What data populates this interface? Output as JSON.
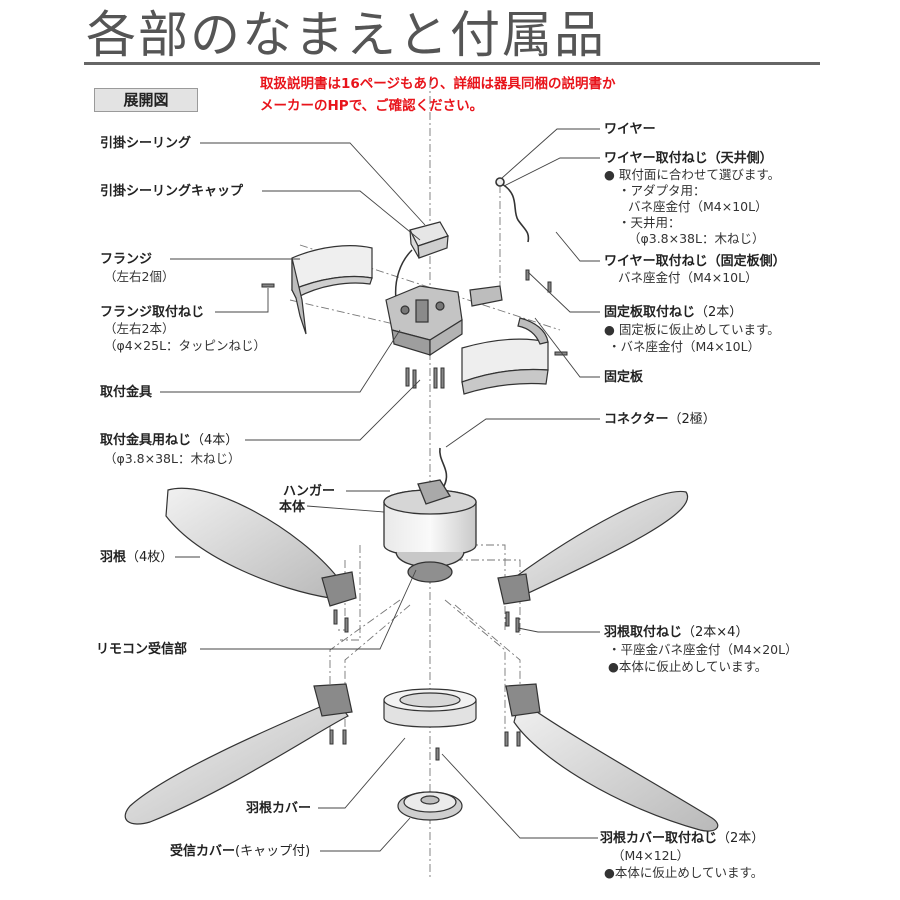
{
  "title": "各部のなまえと付属品",
  "tab_label": "展開図",
  "notice": [
    "取扱説明書は16ページもあり、詳細は器具同梱の説明書か",
    "メーカーのHPで、ご確認ください。"
  ],
  "labels": {
    "hikikake_ceiling": "引掛シーリング",
    "hikikake_cap": "引掛シーリングキャップ",
    "flange": "フランジ",
    "flange_sub": "（左右2個）",
    "flange_screw": "フランジ取付ねじ",
    "flange_screw_sub1": "（左右2本）",
    "flange_screw_sub2": "（φ4×25L：タッピンねじ）",
    "mount": "取付金具",
    "mount_screw": "取付金具用ねじ",
    "mount_screw_count": "（4本）",
    "mount_screw_sub": "（φ3.8×38L：木ねじ）",
    "hanger": "ハンガー",
    "body": "本体",
    "blade": "羽根",
    "blade_count": "（4枚）",
    "remote_receiver": "リモコン受信部",
    "blade_cover": "羽根カバー",
    "receiver_cover": "受信カバー",
    "receiver_cover_sub": "(キャップ付)",
    "wire": "ワイヤー",
    "wire_screw_ceiling": "ワイヤー取付ねじ（天井側）",
    "wire_screw_ceiling_d1": "● 取付面に合わせて選びます。",
    "wire_screw_ceiling_d2": "・アダプタ用：",
    "wire_screw_ceiling_d3": "バネ座金付（M4×10L）",
    "wire_screw_ceiling_d4": "・天井用：",
    "wire_screw_ceiling_d5": "（φ3.8×38L：木ねじ）",
    "wire_screw_plate": "ワイヤー取付ねじ（固定板側）",
    "wire_screw_plate_d1": "バネ座金付（M4×10L）",
    "plate_screw": "固定板取付ねじ",
    "plate_screw_count": "（2本）",
    "plate_screw_d1": "● 固定板に仮止めしています。",
    "plate_screw_d2": "・バネ座金付（M4×10L）",
    "plate": "固定板",
    "connector": "コネクター",
    "connector_sub": "（2極）",
    "blade_screw": "羽根取付ねじ",
    "blade_screw_count": "（2本×4）",
    "blade_screw_d1": "・平座金バネ座金付（M4×20L）",
    "blade_screw_d2": "●本体に仮止めしています。",
    "cover_screw": "羽根カバー取付ねじ",
    "cover_screw_count": "（2本）",
    "cover_screw_d1": "（M4×12L）",
    "cover_screw_d2": "●本体に仮止めしています。"
  },
  "colors": {
    "notice": "#e8141b",
    "title": "#555555",
    "line": "#444444"
  }
}
